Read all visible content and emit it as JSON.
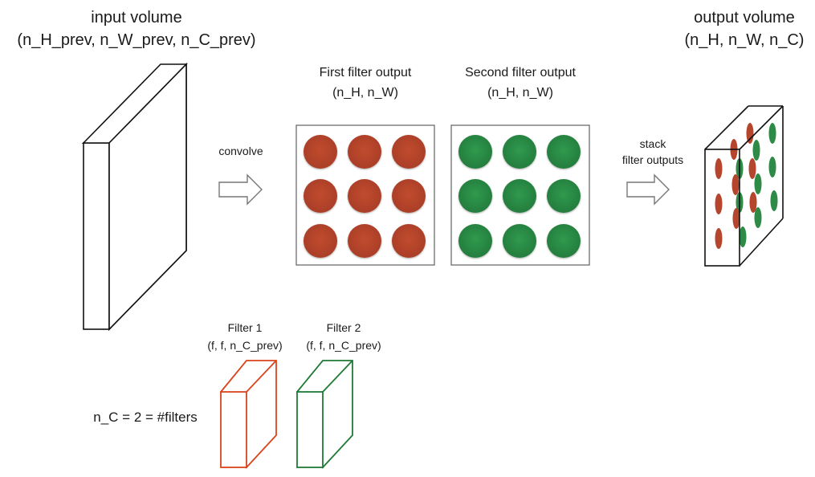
{
  "input_volume": {
    "title": "input volume",
    "shape": "(n_H_prev, n_W_prev, n_C_prev)"
  },
  "output_volume": {
    "title": "output volume",
    "shape": "(n_H, n_W, n_C)"
  },
  "convolve_label": "convolve",
  "stack_label": [
    "stack",
    "filter outputs"
  ],
  "first_output": {
    "title": "First filter output",
    "shape": "(n_H, n_W)"
  },
  "second_output": {
    "title": "Second filter output",
    "shape": "(n_H, n_W)"
  },
  "filter1": {
    "title": "Filter 1",
    "shape": "(f, f, n_C_prev)"
  },
  "filter2": {
    "title": "Filter 2",
    "shape": "(f, f, n_C_prev)"
  },
  "n_c_label": "n_C = 2 = #filters",
  "colors": {
    "red": "#B5452C",
    "green": "#2E8B47",
    "filter1_stroke": "#D9441C",
    "filter2_stroke": "#1F7A36",
    "stroke": "#111111"
  }
}
